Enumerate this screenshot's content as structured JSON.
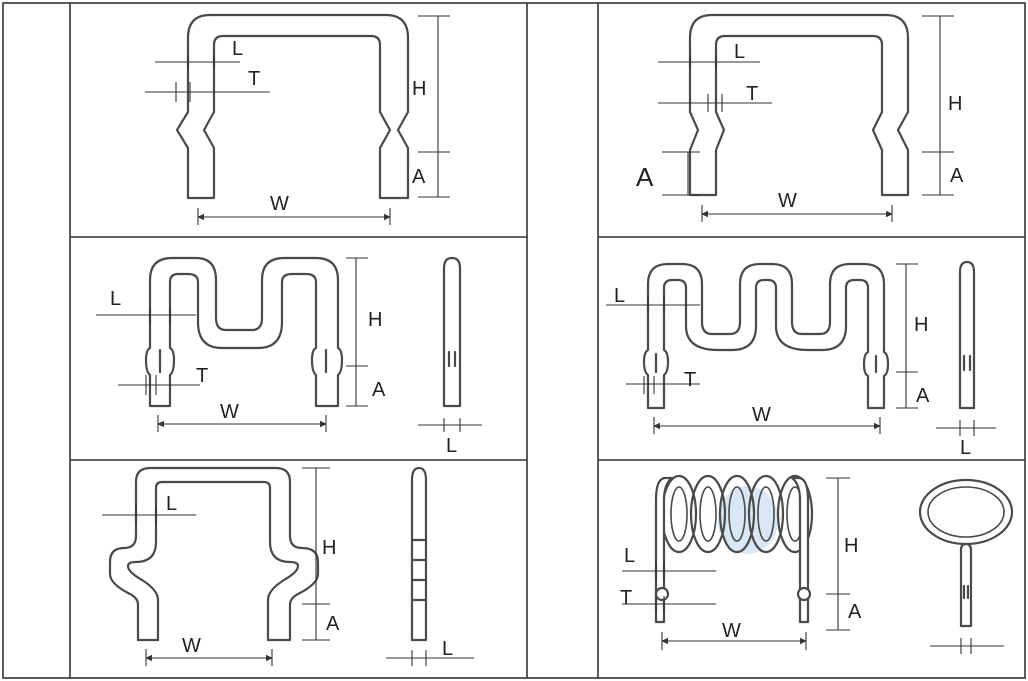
{
  "labels": {
    "length": "L",
    "thickness": "T",
    "height": "H",
    "width": "W",
    "leg": "A"
  },
  "colors": {
    "line": "#4a4a4a",
    "frame": "#333333",
    "watermark": "#bcd6ec"
  }
}
